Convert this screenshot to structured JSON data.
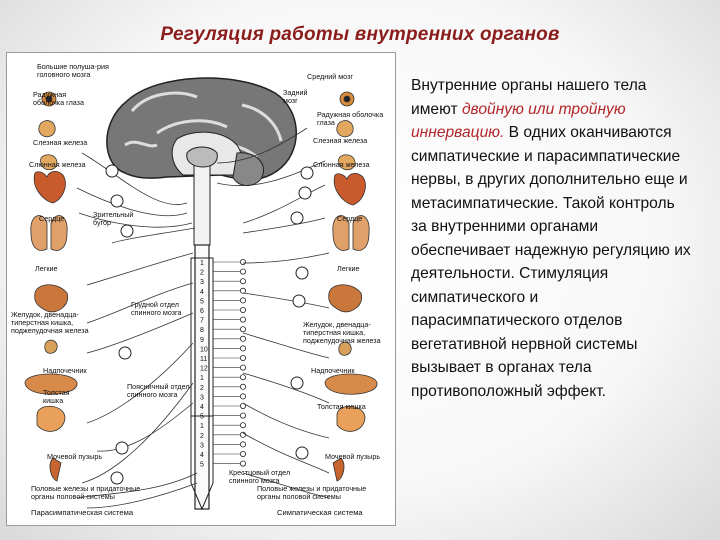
{
  "title": "Регуляция работы внутренних органов",
  "text": {
    "part1": "Внутренние органы нашего тела имеют ",
    "highlight": "двойную или тройную иннервацию.",
    "part2": " В одних оканчиваются симпатические и парасимпатические нервы, в других дополнительно еще и метасимпатические. Такой контроль за внутренними органами обеспечивает надежную регуляцию их деятельности. Стимуляция симпатического и парасимпатического отделов вегетативной нервной системы вызывает в органах тела противоположный эффект."
  },
  "diagram": {
    "labels": {
      "hemispheres": "Большие полуша-рия головного мозга",
      "midbrain": "Средний мозг",
      "hindbrain": "Задний мозг",
      "iris_left": "Радужная оболочка глаза",
      "iris_right": "Радужная оболочка глаза",
      "lacrimal_left": "Слезная железа",
      "lacrimal_right": "Слезная железа",
      "salivary_left": "Слюнная железа",
      "salivary_right": "Слюнная железа",
      "heart_left": "Сердце",
      "heart_right": "Сердце",
      "lungs_left": "Легкие",
      "lungs_right": "Легкие",
      "visual_hillock": "Зрительный бугор",
      "thoracic": "Грудной отдел спинного мозга",
      "stomach_left": "Желудок, двенадца-типерстная кишка, поджелудочная железа",
      "stomach_right": "Желудок, двенадца-типерстная кишка, поджелудочная железа",
      "adrenal_left": "Надпочечник",
      "adrenal_right": "Надпочечник",
      "lumbar": "Поясничный отдел спинного мозга",
      "colon_left": "Толстая кишка",
      "colon_right": "Толстая кишка",
      "bladder_left": "Мочевой пузырь",
      "bladder_right": "Мочевой пузырь",
      "sacral": "Крестцовый отдел спинного мозга",
      "genital_left": "Половые железы и придаточные органы половой системы",
      "genital_right": "Половые железы и придаточные органы половой системы",
      "parasympathetic": "Парасимпатическая система",
      "sympathetic": "Симпатическая система"
    },
    "segments": [
      "1",
      "2",
      "3",
      "4",
      "5",
      "6",
      "7",
      "8",
      "9",
      "10",
      "11",
      "12",
      "1",
      "2",
      "3",
      "4",
      "5",
      "1",
      "2",
      "3",
      "4",
      "5"
    ]
  }
}
